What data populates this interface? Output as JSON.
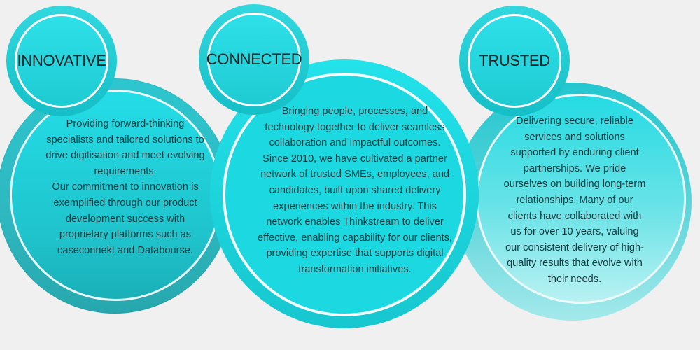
{
  "pillars": [
    {
      "title": "INNOVATIVE",
      "description": "Providing forward-thinking specialists and tailored solutions to drive digitisation and meet evolving requirements.",
      "description_2": "Our commitment to innovation is exemplified through our product development success with proprietary platforms such as caseconnekt and Databourse."
    },
    {
      "title": "CONNECTED",
      "description": "Bringing people, processes, and technology together to deliver seamless collaboration and impactful outcomes. Since 2010, we have cultivated a partner network of trusted SMEs, employees, and candidates, built upon shared delivery experiences within the industry. This network enables Thinkstream to deliver effective, enabling capability for our clients, providing expertise that supports digital transformation initiatives."
    },
    {
      "title": "TRUSTED",
      "description": "Delivering secure, reliable services and solutions supported by enduring client partnerships. We pride ourselves on building long-term relationships. Many of our clients have collaborated with us for over 10 years, valuing our consistent delivery of high-quality results that evolve with their needs."
    }
  ],
  "colors": {
    "background": "#f0f0f0",
    "primary_teal": "#1cd8e0",
    "dark_teal": "#26a7ad",
    "light_teal": "#b9f1f2"
  }
}
